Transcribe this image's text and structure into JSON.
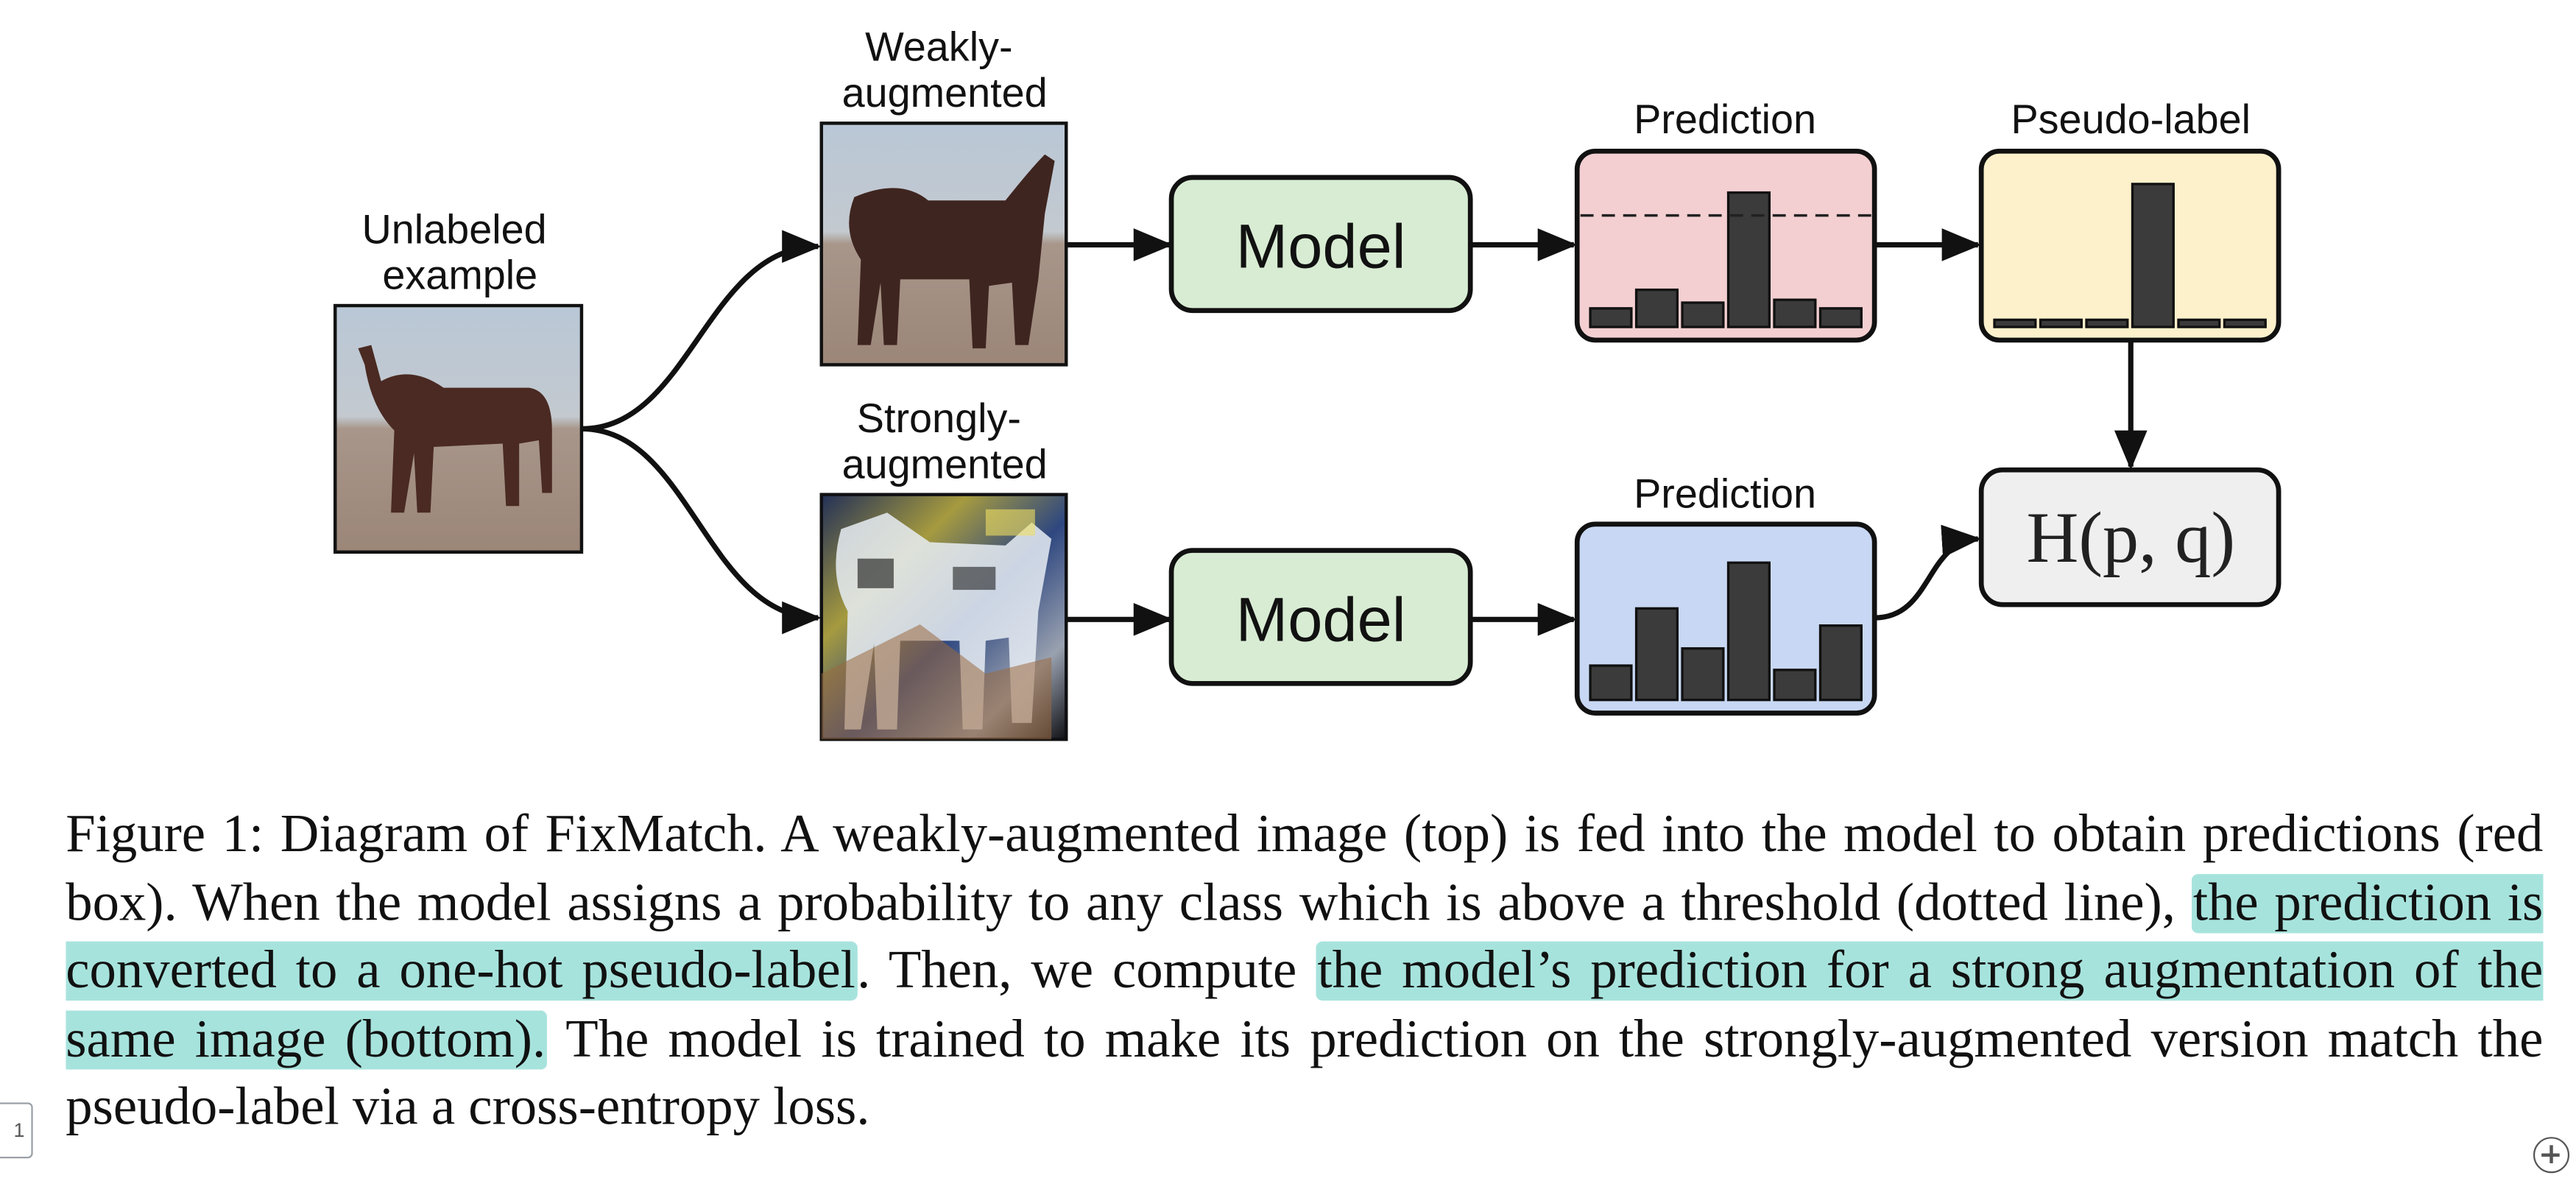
{
  "diagram": {
    "unlabeled_label": [
      "Unlabeled",
      "example"
    ],
    "weak_label": [
      "Weakly-",
      "augmented"
    ],
    "strong_label": [
      "Strongly-",
      "augmented"
    ],
    "model_label": "Model",
    "prediction_label": "Prediction",
    "pseudo_label": "Pseudo-label",
    "loss_label": "H(p, q)",
    "weak_prediction_bars": [
      0.13,
      0.26,
      0.17,
      0.94,
      0.19,
      0.13
    ],
    "pseudo_label_bars": [
      0.05,
      0.05,
      0.05,
      1.0,
      0.05,
      0.05
    ],
    "strong_prediction_bars": [
      0.24,
      0.64,
      0.36,
      0.96,
      0.21,
      0.52
    ],
    "threshold": 0.78,
    "colors": {
      "model_fill": "#d8ecd3",
      "weak_pred_fill": "#f3cfd1",
      "pseudo_fill": "#fdf1cc",
      "strong_pred_fill": "#c8d8f4",
      "loss_fill": "#efefef",
      "bar_fill": "#3b3b3b"
    }
  },
  "caption": {
    "part1": "Figure 1: Diagram of FixMatch. A weakly-augmented image (top) is fed into the model to obtain predictions (red box). When the model assigns a probability to any class which is above a threshold (dotted line), ",
    "highlight1": "the prediction is converted to a one-hot pseudo-label",
    "part2": ". Then, we compute ",
    "highlight2": "the model’s prediction for a strong augmentation of the same image (bottom).",
    "part3": " The model is trained to make its prediction on the strongly-augmented version match the pseudo-label via a cross-entropy loss."
  },
  "page_number": "1"
}
